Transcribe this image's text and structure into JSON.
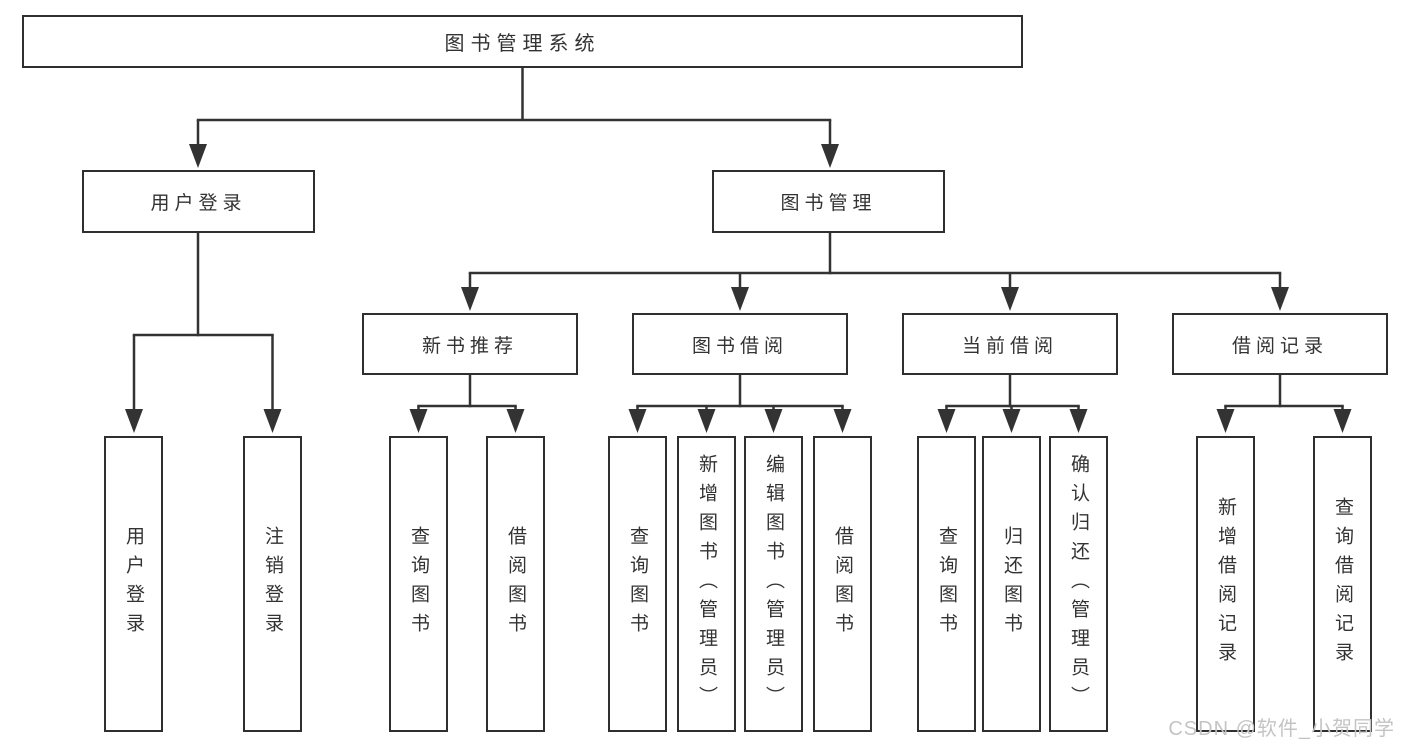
{
  "colors": {
    "line": "#333333",
    "box_border": "#2f2f2f",
    "text": "#333333",
    "background": "#ffffff",
    "watermark_text": "#c4c4c4"
  },
  "watermark": "CSDN @软件_小贺同学",
  "tree": {
    "root": {
      "label": "图书管理系统"
    },
    "branches": [
      {
        "label": "用户登录",
        "children": [
          {
            "label": "用户登录"
          },
          {
            "label": "注销登录"
          }
        ]
      },
      {
        "label": "图书管理",
        "children": [
          {
            "label": "新书推荐",
            "children": [
              {
                "label": "查询图书"
              },
              {
                "label": "借阅图书"
              }
            ]
          },
          {
            "label": "图书借阅",
            "children": [
              {
                "label": "查询图书"
              },
              {
                "label": "新增图书（管理员）"
              },
              {
                "label": "编辑图书（管理员）"
              },
              {
                "label": "借阅图书"
              }
            ]
          },
          {
            "label": "当前借阅",
            "children": [
              {
                "label": "查询图书"
              },
              {
                "label": "归还图书"
              },
              {
                "label": "确认归还（管理员）"
              }
            ]
          },
          {
            "label": "借阅记录",
            "children": [
              {
                "label": "新增借阅记录"
              },
              {
                "label": "查询借阅记录"
              }
            ]
          }
        ]
      }
    ]
  }
}
